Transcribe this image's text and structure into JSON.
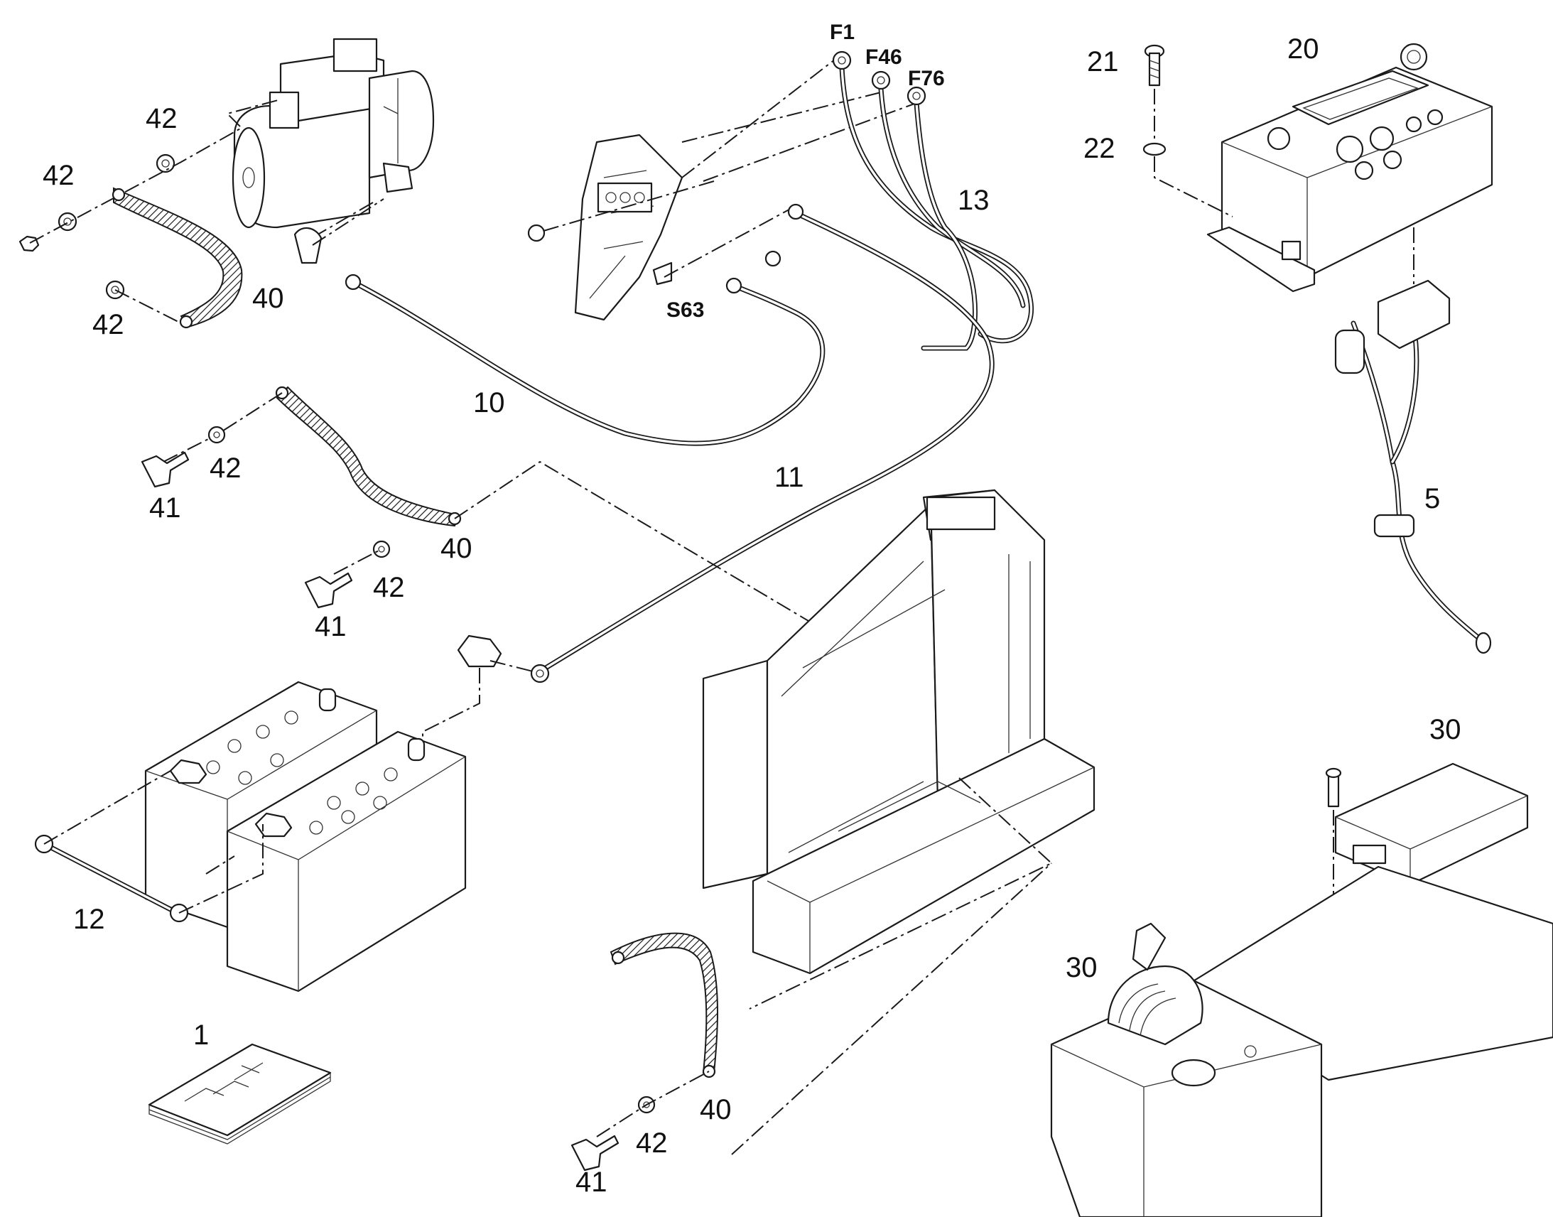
{
  "labels": {
    "1": "1",
    "5": "5",
    "10": "10",
    "11": "11",
    "12": "12",
    "13": "13",
    "20": "20",
    "21": "21",
    "22": "22",
    "30": "30",
    "40": "40",
    "41": "41",
    "42": "42",
    "F1": "F1",
    "F46": "F46",
    "F76": "F76",
    "S63": "S63"
  },
  "colors": {
    "line": "#1a1a1a",
    "background": "#ffffff"
  }
}
